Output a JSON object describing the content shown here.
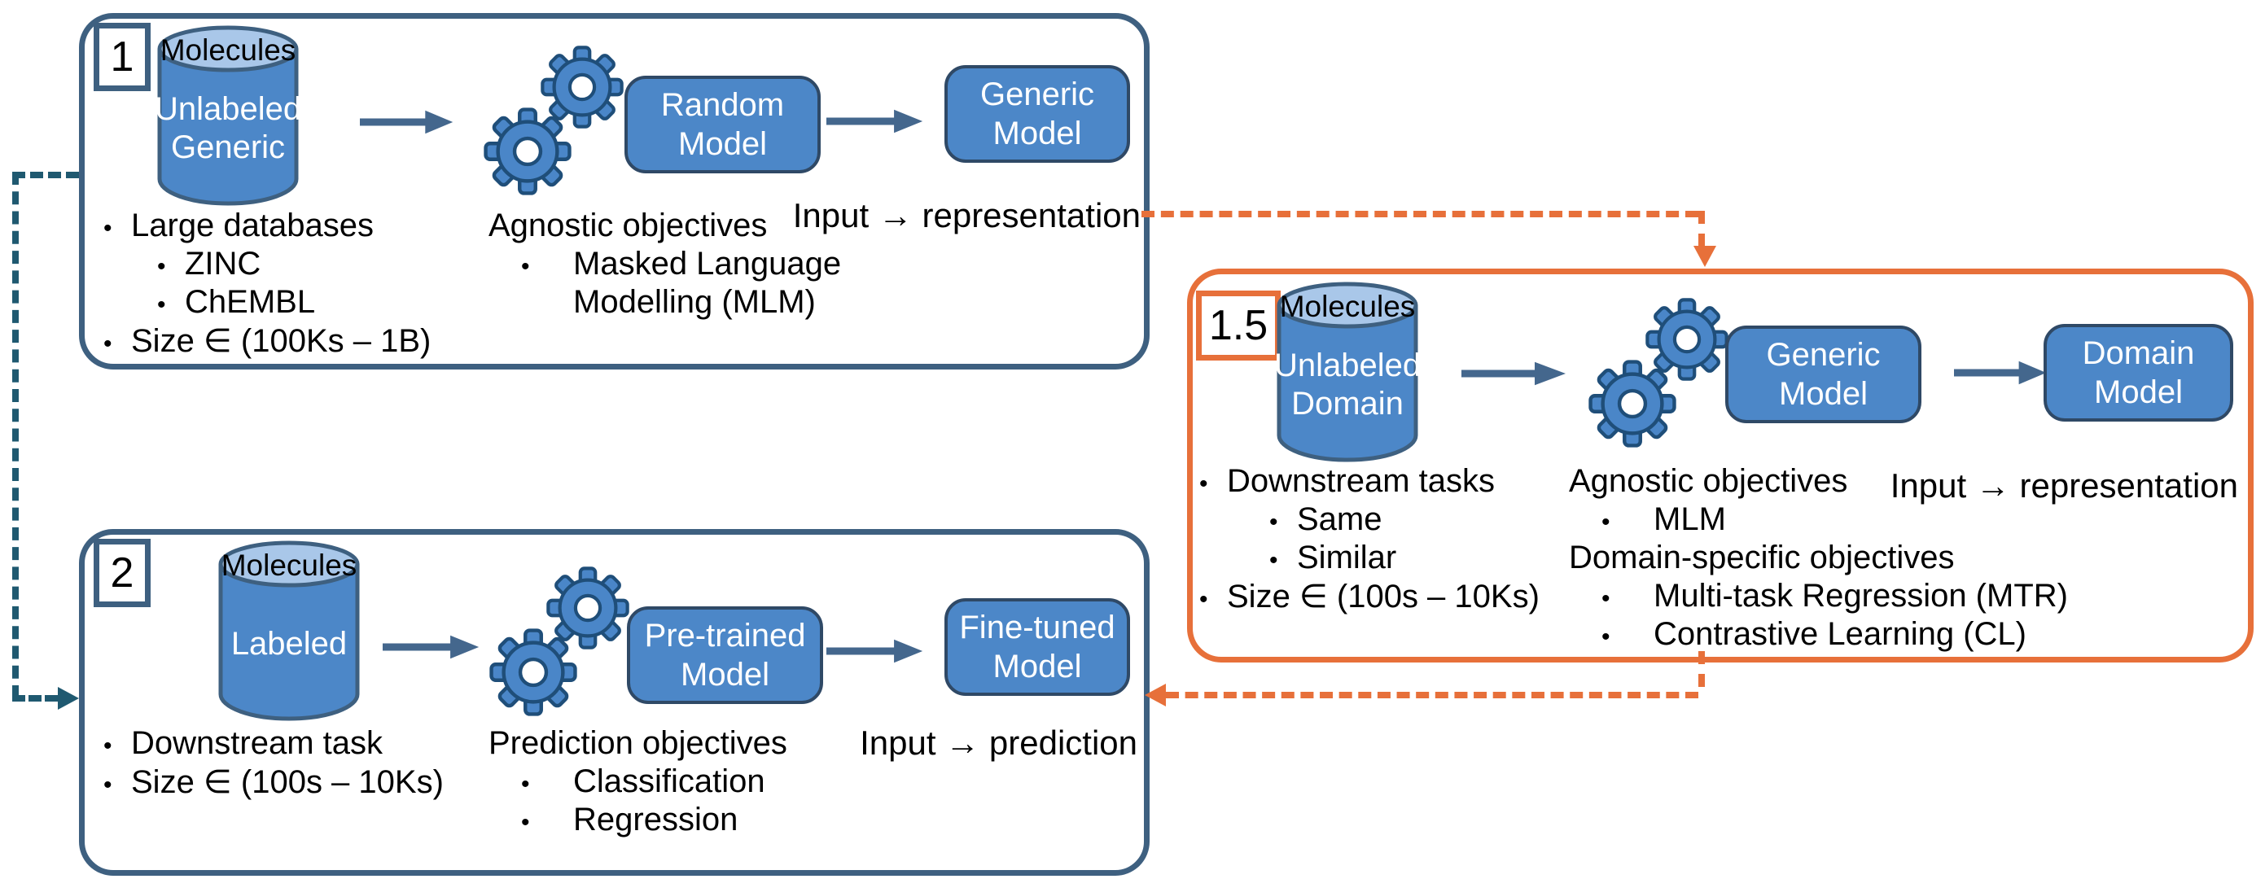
{
  "colors": {
    "panel_border_slate": "#3E6080",
    "panel_border_orange": "#E7703A",
    "dashed_teal": "#1F5970",
    "dashed_orange": "#E7703A",
    "solid_arrow": "#44678D",
    "shape_fill_blue": "#4C87C8",
    "shape_border_navy": "#2F4966",
    "cylinder_top_blue": "#A9C7E9",
    "text": "#000000"
  },
  "box1": {
    "number": "1",
    "db": {
      "title": "Molecules",
      "line1": "Unlabeled",
      "line2": "Generic"
    },
    "model1": {
      "line1": "Random",
      "line2": "Model"
    },
    "model2": {
      "line1": "Generic",
      "line2": "Model"
    },
    "notes_left": [
      "Large databases",
      "ZINC",
      "ChEMBL",
      "Size ∈ (100Ks – 1B)"
    ],
    "notes_mid": [
      "Agnostic objectives",
      "Masked Language",
      "Modelling (MLM)"
    ],
    "io_caption": "Input → representation"
  },
  "box15": {
    "number": "1.5",
    "db": {
      "title": "Molecules",
      "line1": "Unlabeled",
      "line2": "Domain"
    },
    "model1": {
      "line1": "Generic",
      "line2": "Model"
    },
    "model2": {
      "line1": "Domain",
      "line2": "Model"
    },
    "notes_left": [
      "Downstream tasks",
      "Same",
      "Similar",
      "Size ∈ (100s – 10Ks)"
    ],
    "notes_mid": [
      "Agnostic objectives",
      "MLM",
      "Domain-specific objectives",
      "Multi-task Regression (MTR)",
      "Contrastive Learning (CL)"
    ],
    "io_caption": "Input → representation"
  },
  "box2": {
    "number": "2",
    "db": {
      "title": "Molecules",
      "line1": "Labeled",
      "line2": ""
    },
    "model1": {
      "line1": "Pre-trained",
      "line2": "Model"
    },
    "model2": {
      "line1": "Fine-tuned",
      "line2": "Model"
    },
    "notes_left": [
      "Downstream task",
      "Size ∈ (100s – 10Ks)"
    ],
    "notes_mid": [
      "Prediction objectives",
      "Classification",
      "Regression"
    ],
    "io_caption": "Input → prediction"
  }
}
